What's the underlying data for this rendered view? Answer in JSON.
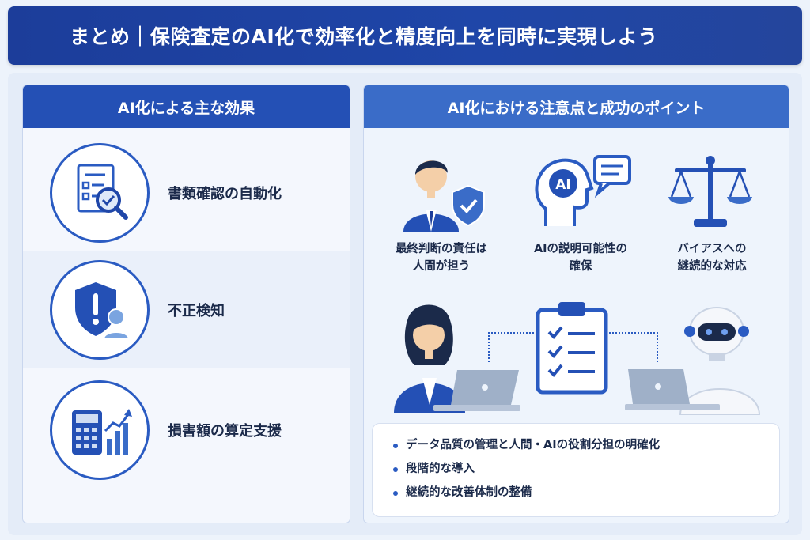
{
  "header": {
    "title": "まとめ｜保険査定のAI化で効率化と精度向上を同時に実現しよう"
  },
  "left_panel": {
    "title": "AI化による主な効果",
    "items": [
      {
        "label": "書類確認の自動化",
        "icon": "document-magnifier-icon"
      },
      {
        "label": "不正検知",
        "icon": "shield-alert-icon"
      },
      {
        "label": "損害額の算定支援",
        "icon": "calculator-chart-icon"
      }
    ]
  },
  "right_panel": {
    "title": "AI化における注意点と成功のポイント",
    "cautions": [
      {
        "line1": "最終判断の責任は",
        "line2": "人間が担う",
        "icon": "businessman-shield-icon"
      },
      {
        "line1": "AIの説明可能性の",
        "line2": "確保",
        "icon": "ai-head-speech-icon",
        "icon_text": "AI"
      },
      {
        "line1": "バイアスへの",
        "line2": "継続的な対応",
        "icon": "balance-scale-icon"
      }
    ],
    "bullets": [
      "データ品質の管理と人間・AIの役割分担の明確化",
      "段階的な導入",
      "継続的な改善体制の整備"
    ]
  },
  "colors": {
    "primary": "#2450b5",
    "accent": "#3a6cc8",
    "header": "#1c3d9a"
  }
}
